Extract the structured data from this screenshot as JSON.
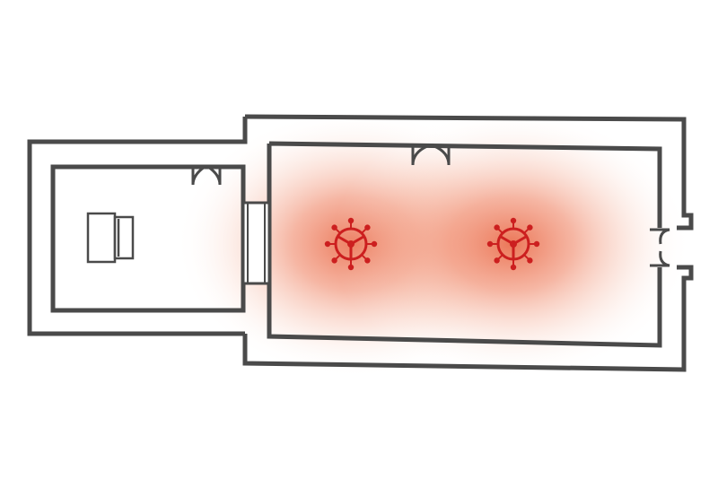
{
  "floor_plan": {
    "rooms": [
      {
        "id": "small-room",
        "furniture": [
          "desk-with-chair-icon"
        ],
        "doors": [
          "double-door-icon"
        ]
      },
      {
        "id": "main-hall",
        "fixtures": [
          "chandelier-icon",
          "chandelier-icon"
        ],
        "doors": [
          "double-door-icon",
          "double-door-icon"
        ]
      }
    ],
    "connection": "passage-between-rooms",
    "colors": {
      "wall_stroke": "#4a4a4a",
      "wall_fill": "#ffffff",
      "light_fixture": "#cc1f1f",
      "light_glow": "#e8603c",
      "background": "#ffffff"
    }
  }
}
